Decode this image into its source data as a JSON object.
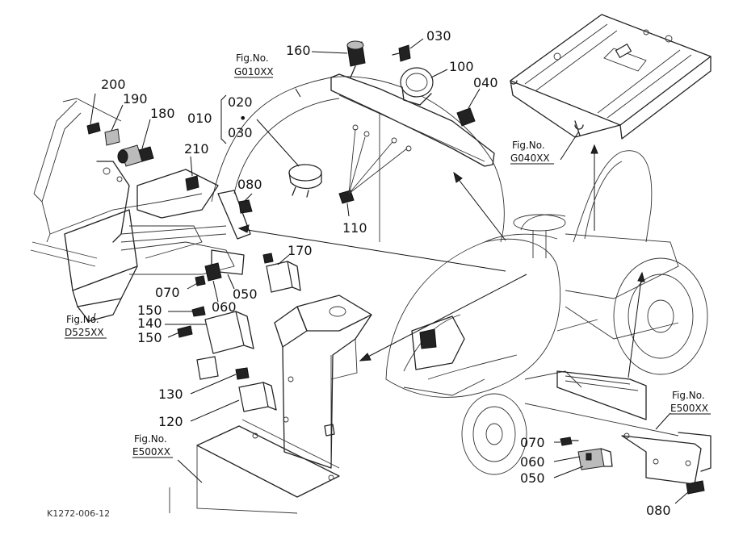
{
  "diagram": {
    "code": "K1272-006-12",
    "parts": {
      "p200": "200",
      "p190": "190",
      "p180": "180",
      "p210": "210",
      "p010": "010",
      "p020": "020",
      "p030a": "030",
      "bullet": "•",
      "p160": "160",
      "p030b": "030",
      "p100": "100",
      "p040": "040",
      "p080a": "080",
      "p110": "110",
      "p170": "170",
      "p070a": "070",
      "p050a": "050",
      "p060a": "060",
      "p150a": "150",
      "p140": "140",
      "p150b": "150",
      "p130": "130",
      "p120": "120",
      "p070b": "070",
      "p060b": "060",
      "p050b": "050",
      "p080b": "080"
    },
    "figrefs": {
      "g010": {
        "label": "Fig.No.",
        "code": "G010XX"
      },
      "g040": {
        "label": "Fig.No.",
        "code": "G040XX"
      },
      "d525": {
        "label": "Fig.No.",
        "code": "D525XX"
      },
      "e500a": {
        "label": "Fig.No.",
        "code": "E500XX"
      },
      "e500b": {
        "label": "Fig.No.",
        "code": "E500XX"
      }
    }
  }
}
